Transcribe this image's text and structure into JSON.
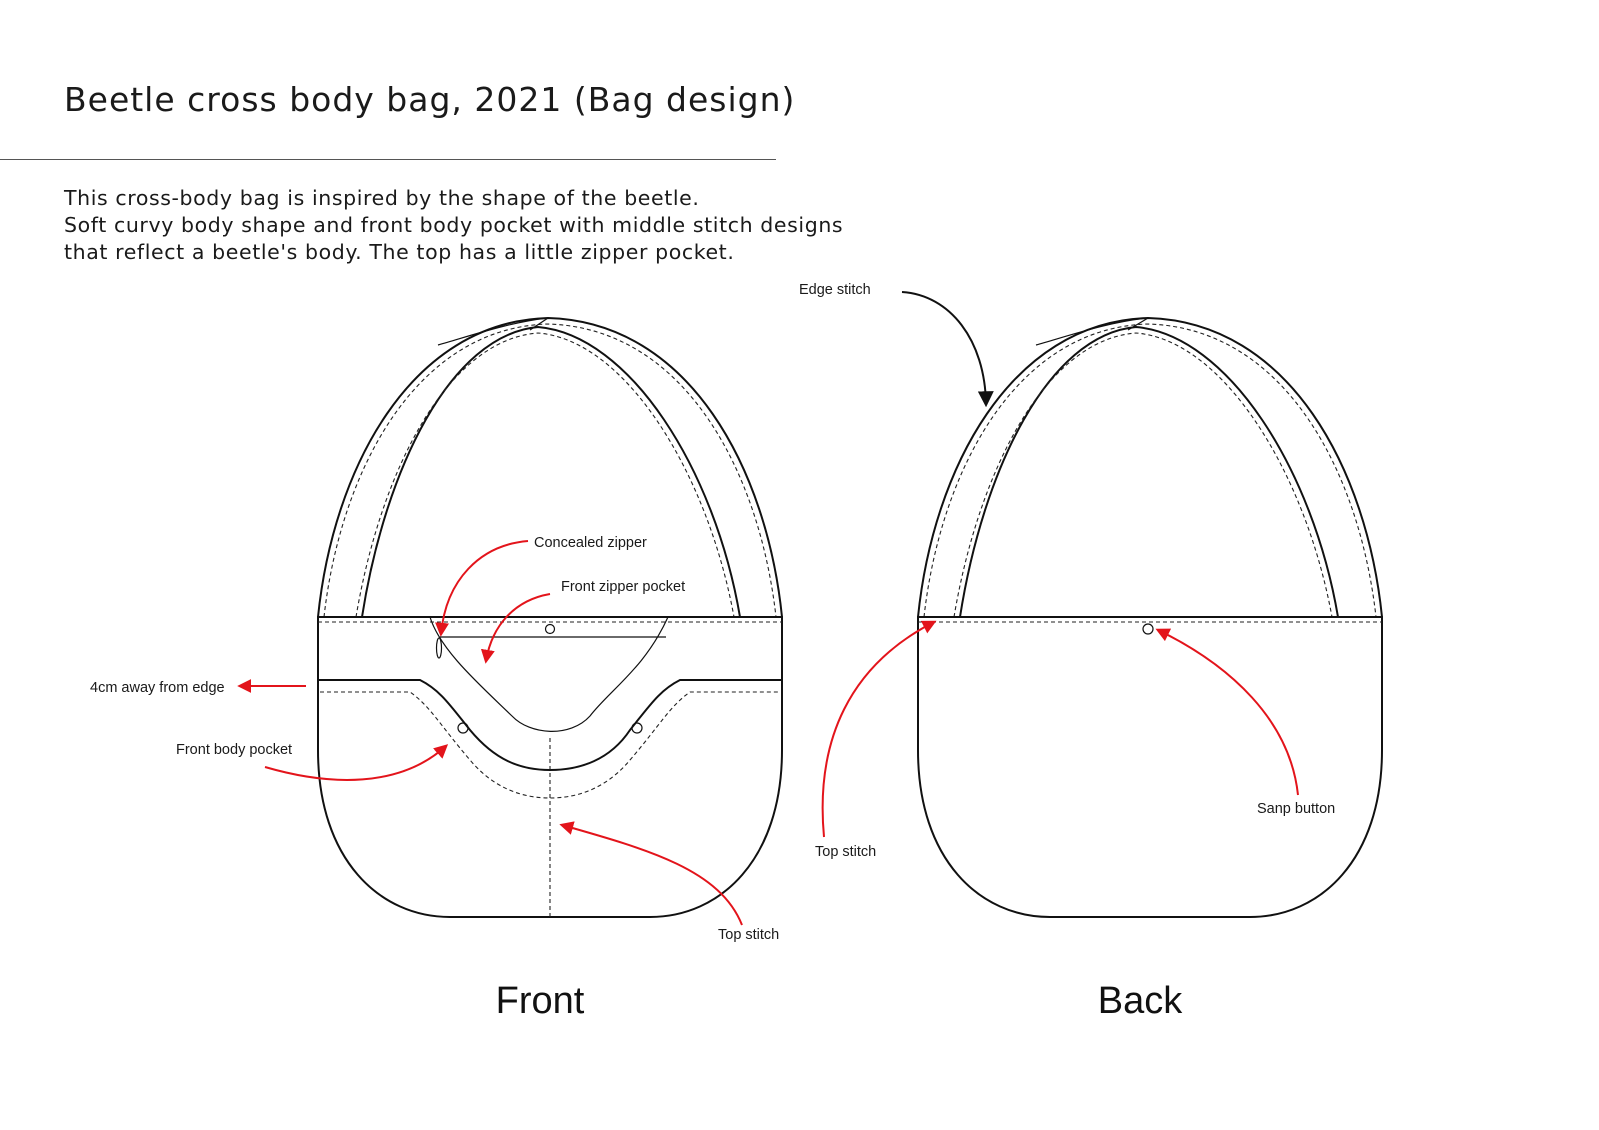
{
  "title": "Beetle cross body bag, 2021 (Bag design)",
  "description": [
    "This cross-body bag is inspired by the shape of the beetle.",
    "Soft curvy body shape and front body pocket with middle stitch designs",
    "that reflect a beetle's body. The top has a little zipper pocket."
  ],
  "labels": {
    "edge_stitch": "Edge stitch",
    "concealed_zipper": "Concealed zipper",
    "front_zipper_pocket": "Front zipper pocket",
    "away_from_edge": "4cm away from edge",
    "front_body_pocket": "Front body pocket",
    "top_stitch_front": "Top stitch",
    "top_stitch_back": "Top stitch",
    "snap_button": "Sanp button"
  },
  "views": {
    "front": "Front",
    "back": "Back"
  },
  "colors": {
    "line": "#111111",
    "annotation": "#e3141b",
    "background": "#ffffff"
  }
}
